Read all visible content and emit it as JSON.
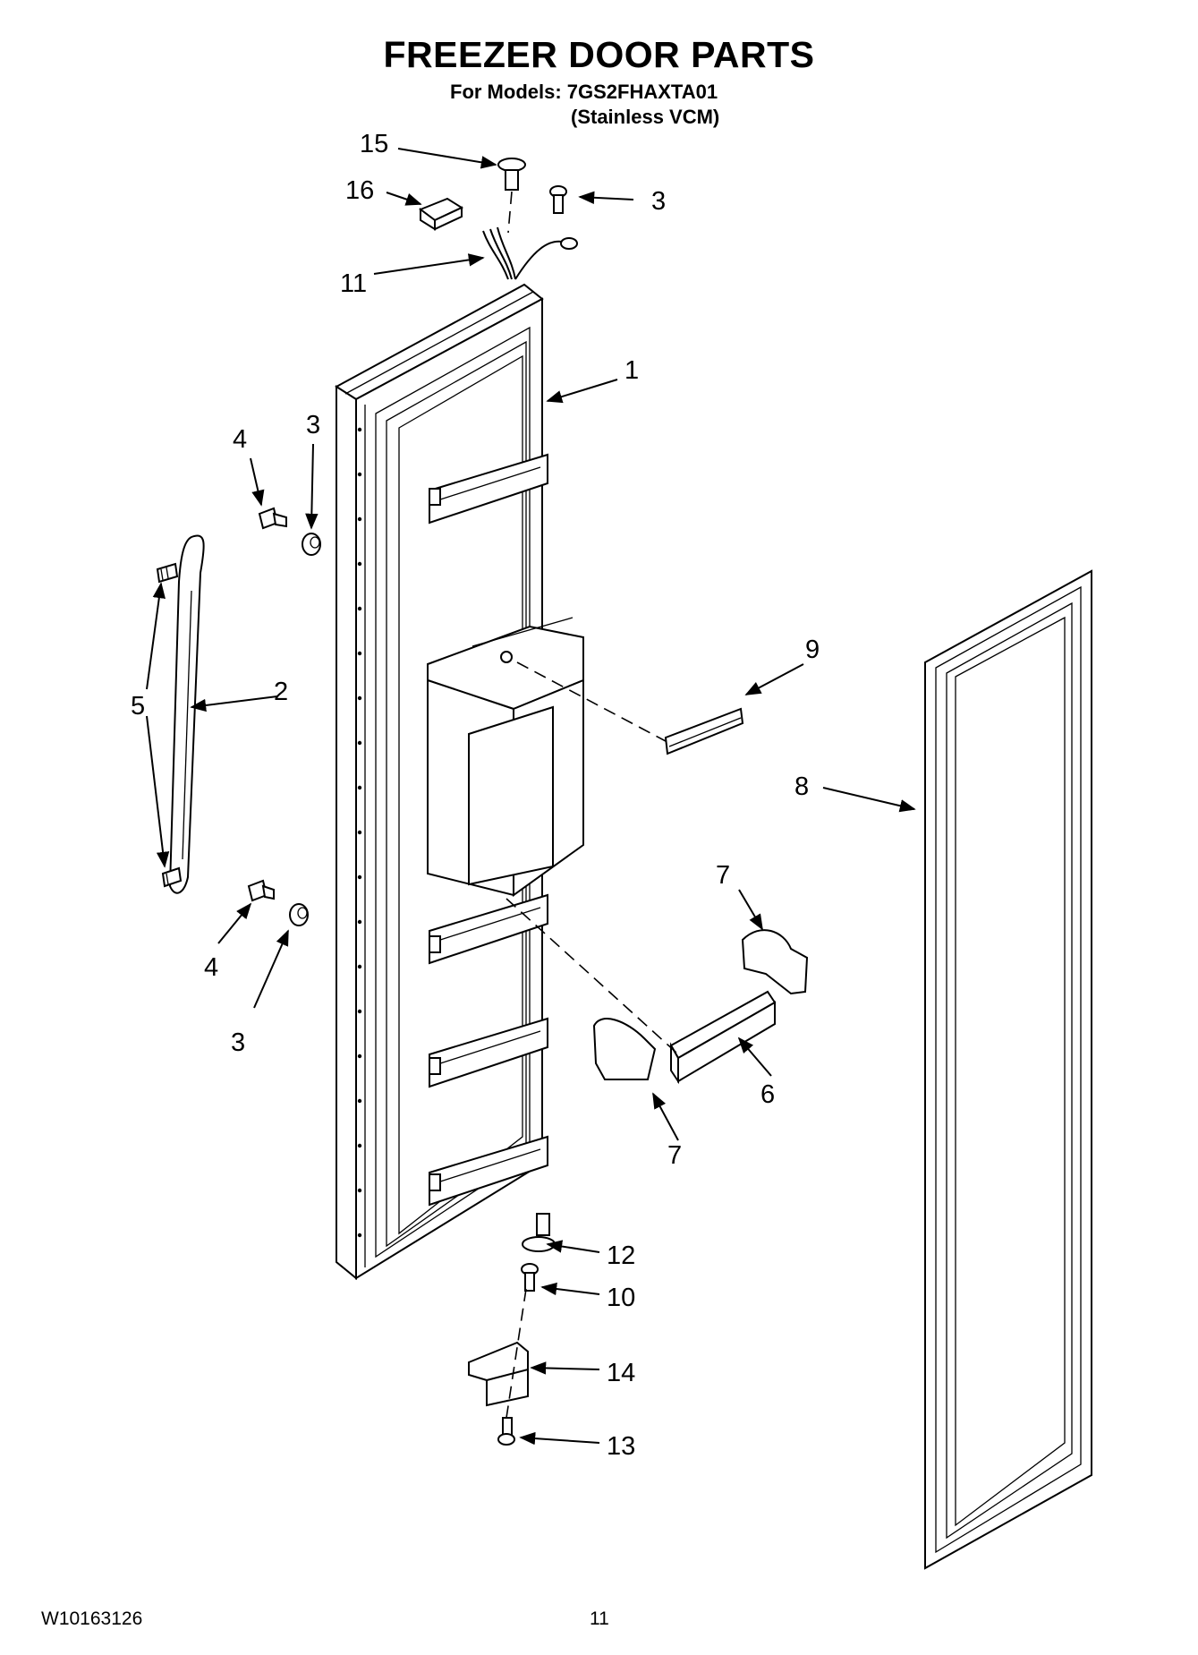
{
  "header": {
    "title": "FREEZER DOOR PARTS",
    "models_line": "For Models: 7GS2FHAXTA01",
    "variant_line": "(Stainless VCM)"
  },
  "callouts": {
    "c15": "15",
    "c16": "16",
    "c3_top": "3",
    "c11": "11",
    "c1": "1",
    "c4_upper": "4",
    "c3_upper": "3",
    "c2": "2",
    "c5": "5",
    "c9": "9",
    "c8": "8",
    "c7_upper": "7",
    "c4_lower": "4",
    "c3_lower": "3",
    "c6": "6",
    "c7_lower": "7",
    "c12": "12",
    "c10": "10",
    "c14": "14",
    "c13": "13"
  },
  "footer": {
    "document_code": "W10163126",
    "page_number": "11"
  }
}
